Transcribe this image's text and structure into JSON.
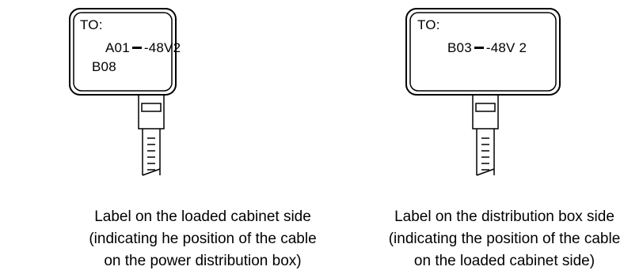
{
  "labels": [
    {
      "to": "TO:",
      "line1_code": "A01",
      "line1_voltage": "-48V2",
      "line2": "B08",
      "caption": [
        "Label on the loaded cabinet side",
        "(indicating he position of the cable",
        "on the power distribution box)"
      ]
    },
    {
      "to": "TO:",
      "line1_code": "B03",
      "line1_voltage": "-48V 2",
      "caption": [
        "Label on the distribution box side",
        "(indicating the position of the cable",
        "on the loaded cabinet side)"
      ]
    }
  ]
}
